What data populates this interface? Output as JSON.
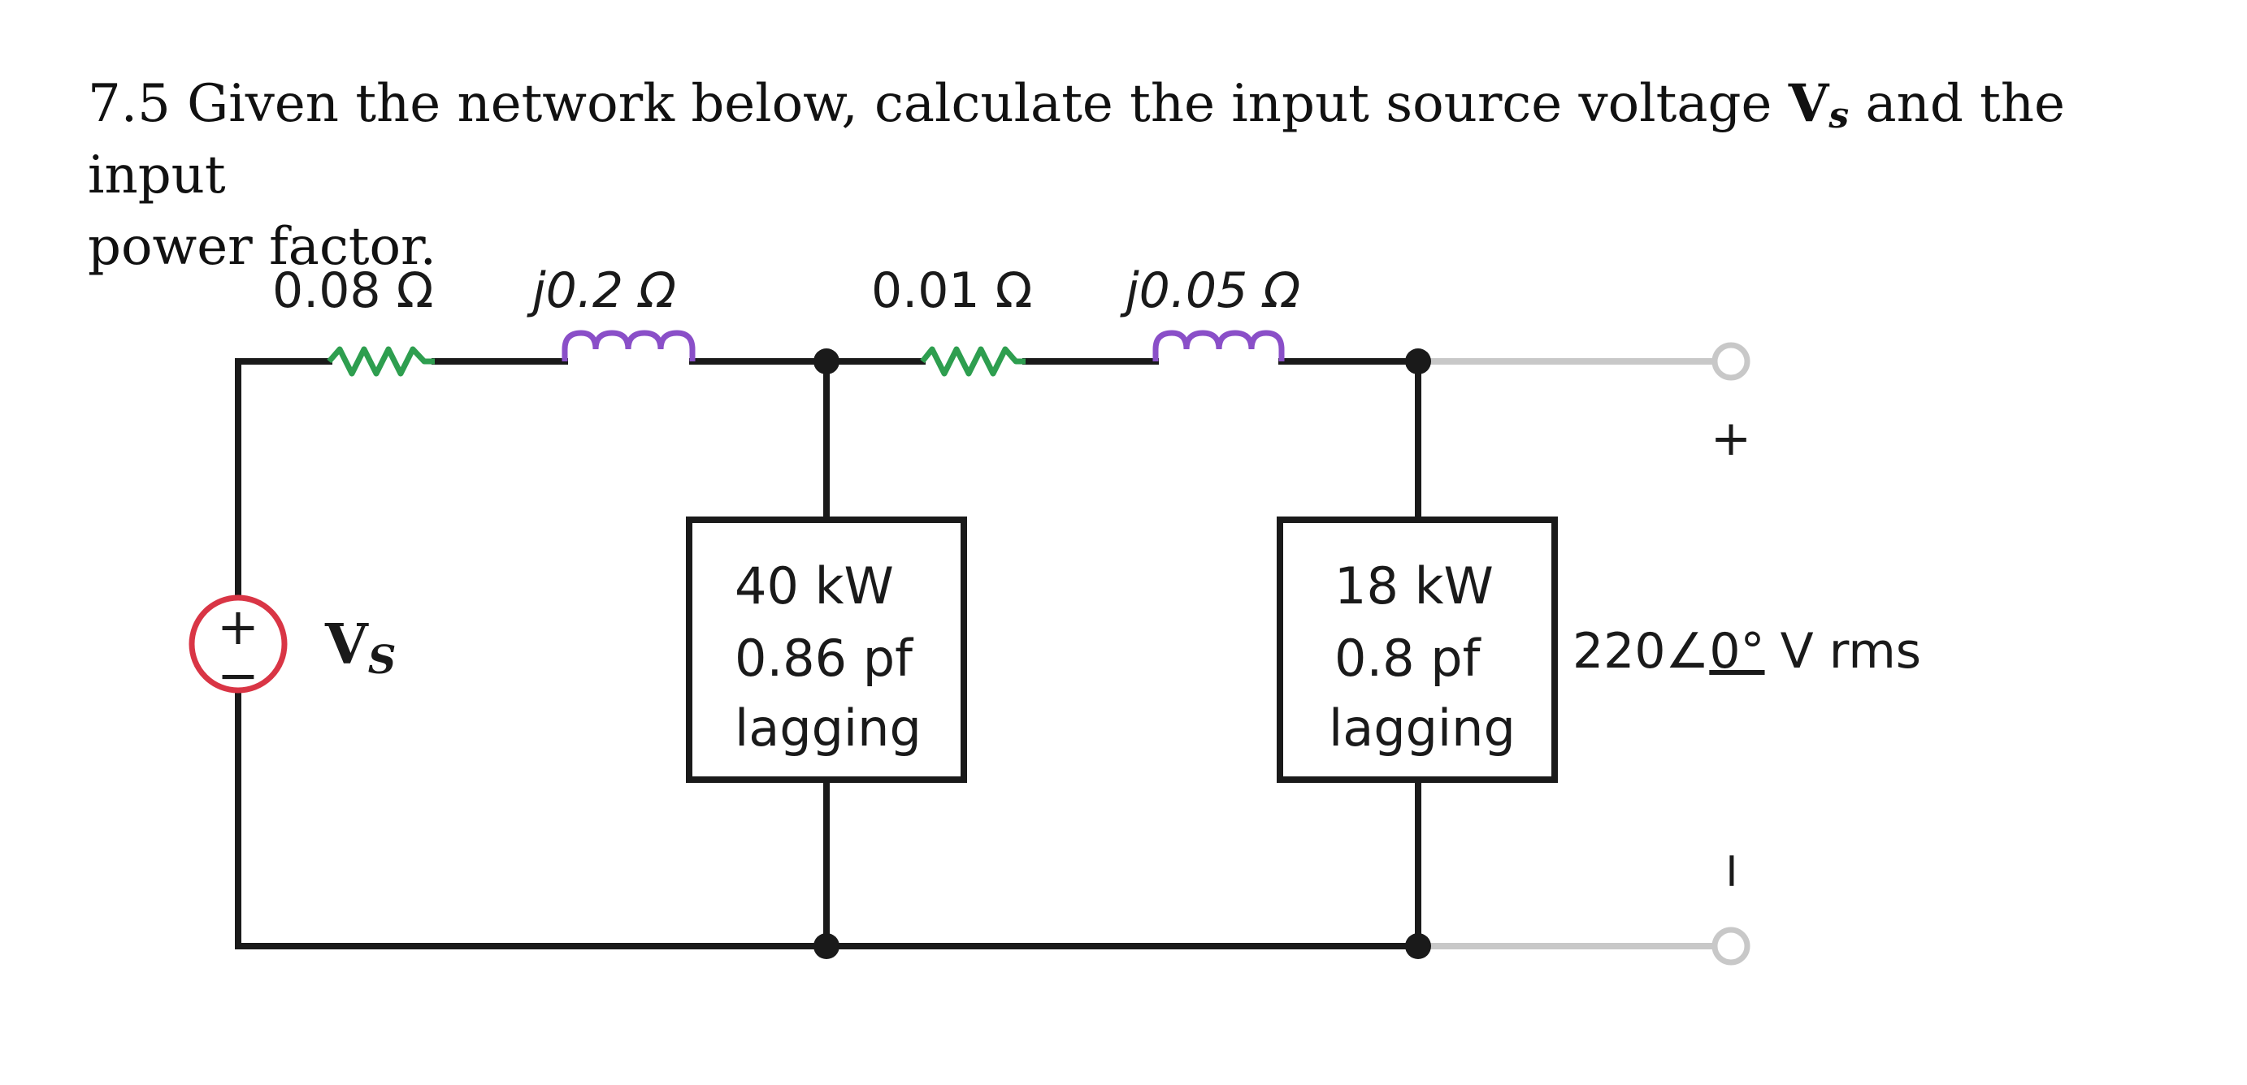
{
  "problem": {
    "prefix": "7.5 Given the network below, calculate the input source voltage ",
    "vs_main": "V",
    "vs_sub": "s",
    "suffix_line1": " and the input",
    "line2": "power factor."
  },
  "circuit": {
    "r1": "0.08 Ω",
    "x1": "j0.2 Ω",
    "r2": "0.01 Ω",
    "x2": "j0.05 Ω",
    "source_label_main": "V",
    "source_label_sub": "S",
    "source_plus": "+",
    "source_minus": "−",
    "load1": [
      "40 kW",
      "0.86 pf",
      "lagging"
    ],
    "load2": [
      "18 kW",
      "0.8 pf",
      "lagging"
    ],
    "terminal_plus": "+",
    "terminal_minus": "−",
    "load_voltage_mag": "220",
    "load_voltage_angle": "0°",
    "load_voltage_unit": " V rms",
    "colors": {
      "wire": "#1a1a1a",
      "resistor": "#2e9e4f",
      "inductor": "#8a4fc8",
      "source": "#d93545",
      "terminal": "#c8c8c8"
    }
  }
}
